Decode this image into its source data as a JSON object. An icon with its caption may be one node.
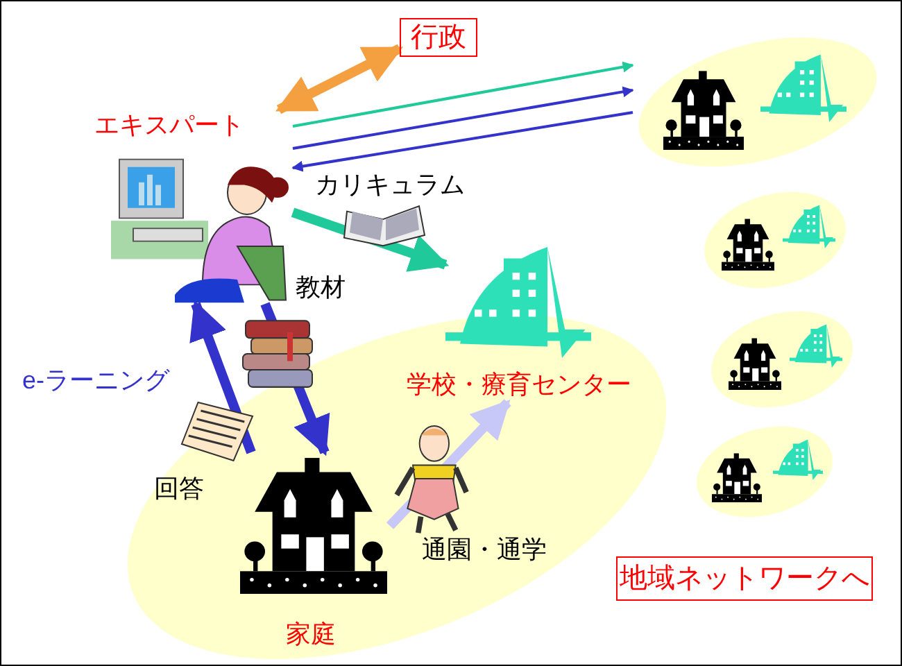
{
  "diagram": {
    "nodes": [
      {
        "text": [
          "行政"
        ]
      },
      {
        "text": [
          "エキスパート"
        ]
      },
      {
        "text": [],
        "shape": "picture"
      },
      {
        "text": [],
        "shape": "ellipse"
      },
      {
        "text": [
          "学校・療育センター"
        ],
        "in": 3
      },
      {
        "text": [
          "家庭"
        ],
        "in": 3
      },
      {
        "text": [],
        "shape": "ellipse"
      },
      {
        "text": [],
        "shape": "ellipse"
      },
      {
        "text": [],
        "shape": "ellipse"
      },
      {
        "text": [],
        "shape": "ellipse"
      },
      {
        "text": [
          "地域ネットワークへ"
        ]
      }
    ],
    "edges": [
      {
        "from": 0,
        "to": 1,
        "arrow": "both",
        "color": "#f5a040"
      },
      {
        "from": 1,
        "to": 6,
        "arrow": "to",
        "color": "#1fc99a"
      },
      {
        "from": 1,
        "to": 6,
        "arrow": "to"
      },
      {
        "from": 6,
        "to": 1,
        "arrow": "to"
      },
      {
        "from": 1,
        "to": 2,
        "arrow": "to",
        "label": "カリキュラム",
        "color": "#1fc99a"
      },
      {
        "from": 1,
        "to": 5,
        "arrow": "to",
        "label": "教材"
      },
      {
        "from": 5,
        "to": 1,
        "arrow": "to",
        "label": "回答"
      },
      {
        "from": 5,
        "to": 4,
        "arrow": "to",
        "label": "通園・通学",
        "color": "#c8c8f8"
      }
    ],
    "labels": [
      "e-ラーニング"
    ]
  }
}
